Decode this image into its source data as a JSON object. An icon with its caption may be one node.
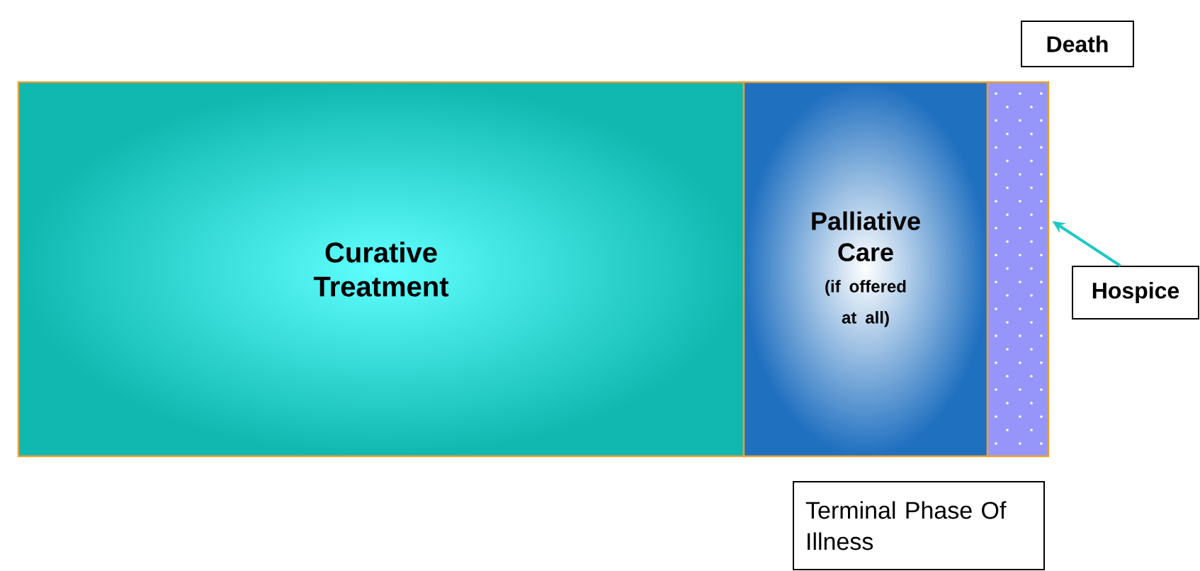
{
  "diagram": {
    "nodes": [
      {
        "text": [
          "Curative Treatment"
        ]
      },
      {
        "text": [
          "Palliative Care",
          "(if offered at all)"
        ]
      },
      {
        "text": [],
        "shape": "bar"
      },
      {
        "text": [
          "Death"
        ]
      },
      {
        "text": [
          "Hospice"
        ]
      },
      {
        "text": [
          "Terminal Phase Of Illness"
        ]
      }
    ],
    "edges": [
      {
        "from": 4,
        "to": 2,
        "arrow": "to",
        "color": "#1ec8c8"
      }
    ]
  }
}
